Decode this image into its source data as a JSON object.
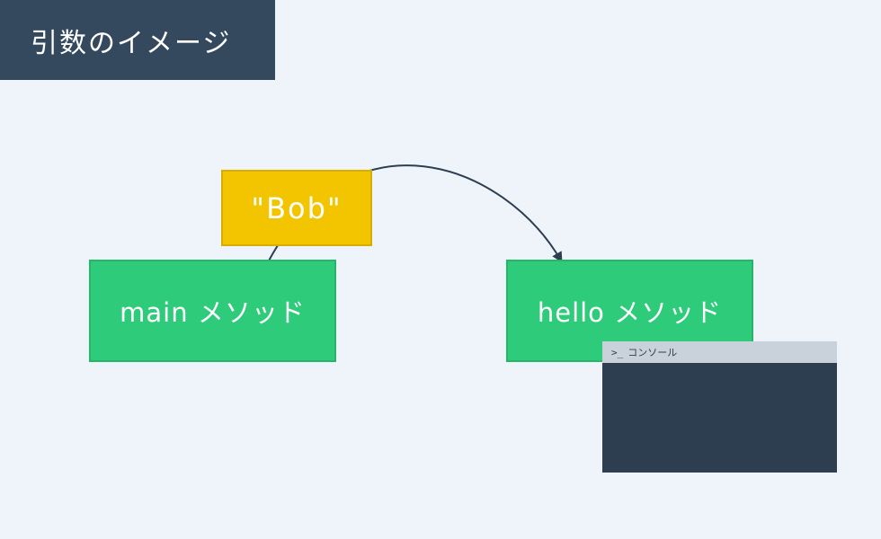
{
  "title": "引数のイメージ",
  "nodes": {
    "main_method": "main メソッド",
    "hello_method": "hello メソッド",
    "argument": "\"Bob\""
  },
  "console": {
    "prompt_icon": ">_",
    "label": "コンソール"
  },
  "colors": {
    "title_bg": "#34495e",
    "background": "#eff4fb",
    "method_box": "#2ecc7a",
    "argument_box": "#f2c500",
    "console_bg": "#2c3e50",
    "console_header": "#c9d2da",
    "arrow": "#2c3e50"
  }
}
